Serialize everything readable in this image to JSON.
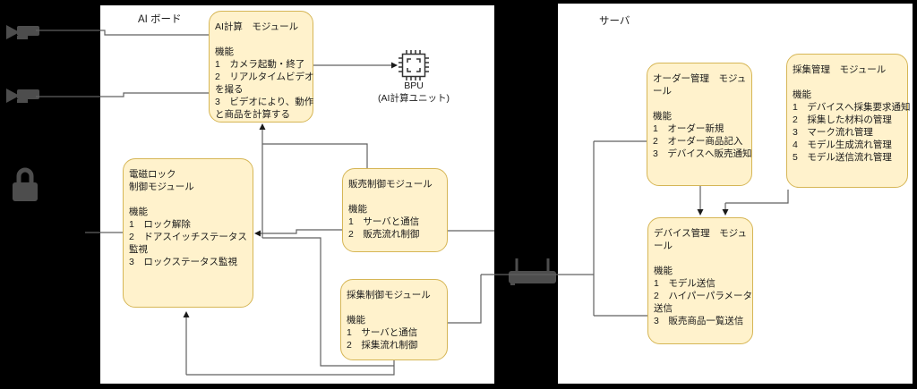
{
  "diagram": {
    "board": {
      "label": "AI ボード",
      "modules": {
        "ai_compute": {
          "lines": [
            "AI計算　モジュール",
            "",
            "機能",
            "1　カメラ起動・終了",
            "2　リアルタイムビデオ",
            "を撮る",
            "3　ビデオにより、動作",
            "と商品を計算する"
          ]
        },
        "lock_control": {
          "lines": [
            "電磁ロック",
            "制御モジュール",
            "",
            "機能",
            "1　ロック解除",
            "2　ドアスイッチステータス",
            "監視",
            "3　ロックステータス監視"
          ]
        },
        "sales_control": {
          "lines": [
            "販売制御モジュール",
            "",
            "機能",
            "1　サーバと通信",
            "2　販売流れ制御"
          ]
        },
        "collect_control": {
          "lines": [
            "採集制御モジュール",
            "",
            "機能",
            "1　サーバと通信",
            "2　採集流れ制御"
          ]
        }
      },
      "bpu": {
        "title": "BPU",
        "subtitle": "(AI計算ユニット)"
      }
    },
    "server": {
      "label": "サーバ",
      "modules": {
        "order_mgmt": {
          "lines": [
            "オーダー管理　モジュ",
            "ール",
            "",
            "機能",
            "1　オーダー新規",
            "2　オーダー商品記入",
            "3　デバイスへ販売通知"
          ]
        },
        "collect_mgmt": {
          "lines": [
            "採集管理　モジュール",
            "",
            "機能",
            "1　デバイスへ採集要求通知",
            "2　採集した材料の管理",
            "3　マーク流れ管理",
            "4　モデル生成流れ管理",
            "5　モデル送信流れ管理"
          ]
        },
        "device_mgmt": {
          "lines": [
            "デバイス管理　モジュ",
            "ール",
            "",
            "機能",
            "1　モデル送信",
            "2　ハイパーパラメータ",
            "送信",
            "3　販売商品一覧送信"
          ]
        }
      }
    },
    "icons": {
      "camera_top": "video-camera-icon",
      "camera_bottom": "video-camera-icon",
      "lock": "padlock-icon",
      "router": "wifi-router-icon",
      "chip": "cpu-chip-icon"
    },
    "colors": {
      "background": "#000000",
      "container_fill": "#ffffff",
      "container_border": "#000000",
      "module_fill": "#fff2cc",
      "module_border": "#d6b656",
      "connector": "#616161",
      "arrow": "#1a1a1a",
      "icon": "#4d4d4d"
    }
  }
}
